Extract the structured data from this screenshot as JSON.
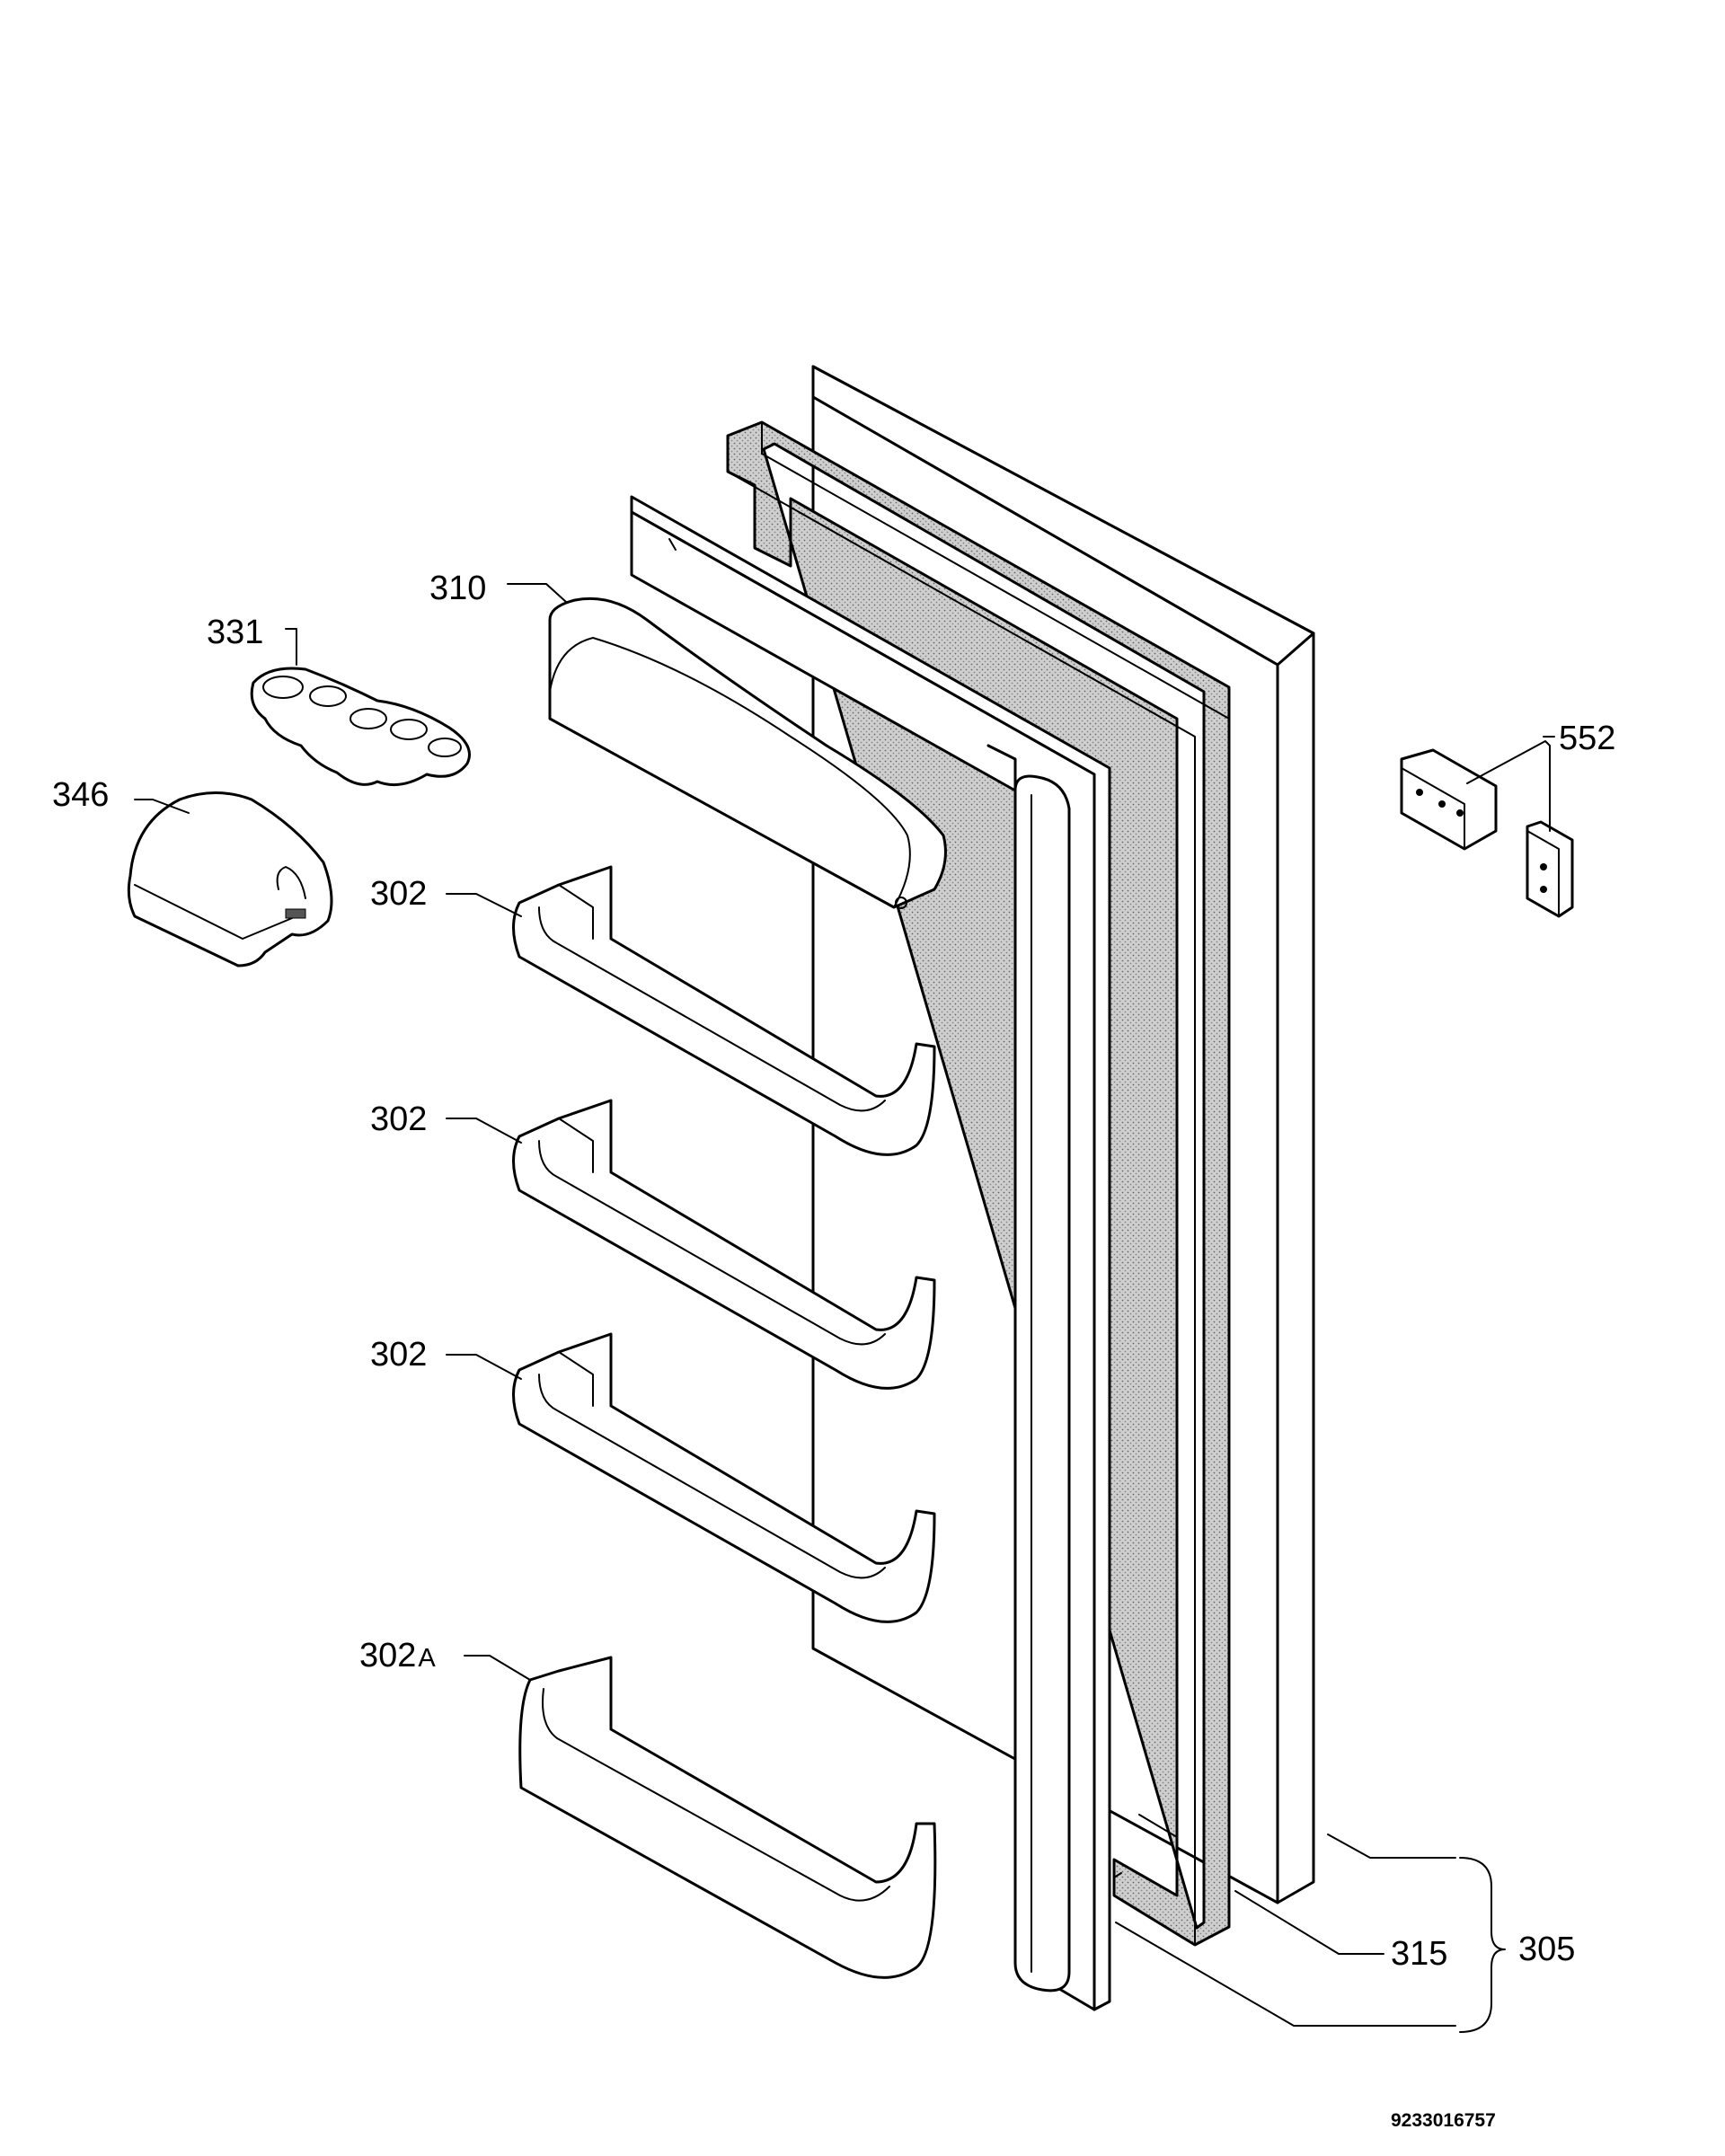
{
  "labels": {
    "p310": "310",
    "p331": "331",
    "p346": "346",
    "p302_1": "302",
    "p302_2": "302",
    "p302_3": "302",
    "p302a_num": "302",
    "p302a_suffix": "A",
    "p552": "552",
    "p315": "315",
    "p305": "305"
  },
  "document_number": "9233016757",
  "colors": {
    "line": "#000000",
    "gasket_fill": "#bdbdbd",
    "background": "#ffffff"
  }
}
